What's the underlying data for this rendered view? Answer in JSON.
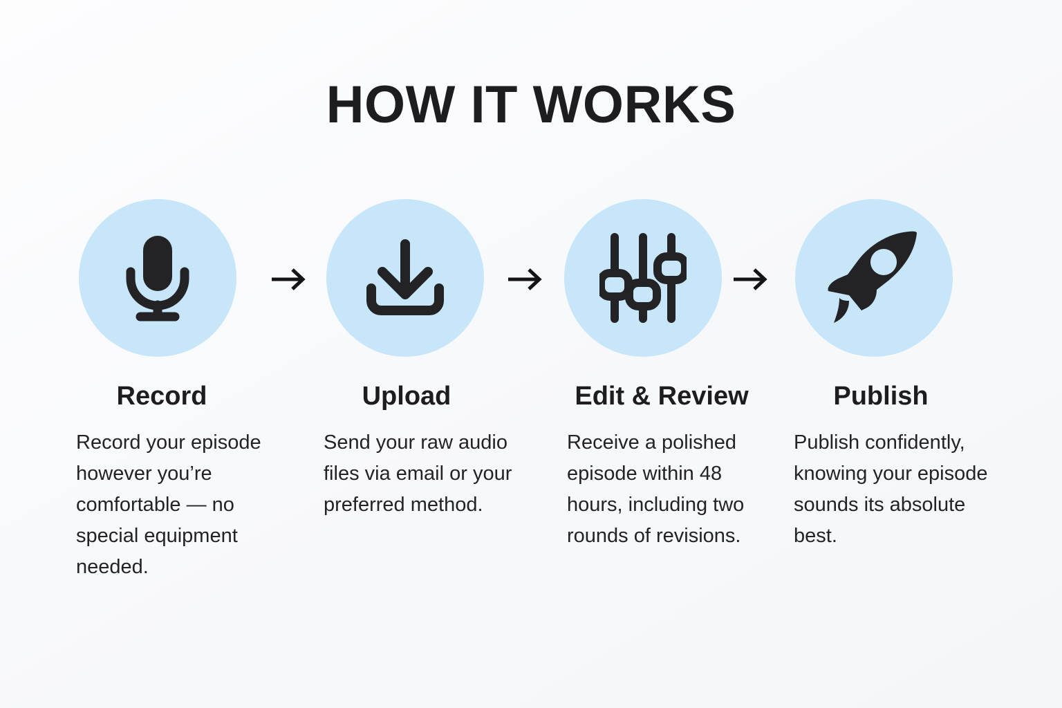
{
  "page": {
    "title": "HOW IT WORKS",
    "background_color": "#f8f9fb",
    "accent_color": "#c8e6f9",
    "text_color": "#1d1d1f"
  },
  "steps": [
    {
      "icon": "microphone-icon",
      "heading": "Record",
      "body": "Record your episode however you’re comfortable — no special equipment needed."
    },
    {
      "icon": "download-icon",
      "heading": "Upload",
      "body": "Send your raw audio files via email or your preferred method."
    },
    {
      "icon": "sliders-icon",
      "heading": "Edit & Review",
      "body": "Receive a polished episode within 48 hours, including two rounds of revisions."
    },
    {
      "icon": "rocket-icon",
      "heading": "Publish",
      "body": "Publish confidently, knowing your episode sounds its absolute best."
    }
  ],
  "connectors": [
    {
      "icon": "arrow-right-icon"
    },
    {
      "icon": "arrow-right-icon"
    },
    {
      "icon": "arrow-right-icon"
    }
  ]
}
